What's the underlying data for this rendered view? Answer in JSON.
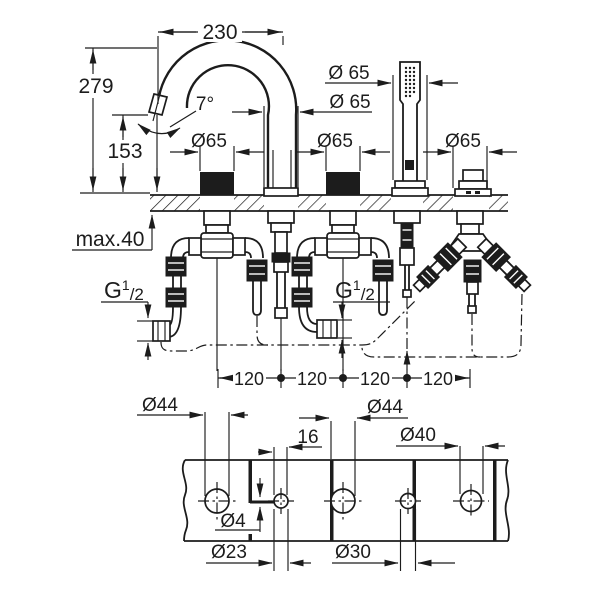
{
  "colors": {
    "ink": "#1c1c1c",
    "background": "#ffffff"
  },
  "top_view": {
    "spout_reach": "230",
    "spout_total_height": "279",
    "spout_outlet_height": "153",
    "spout_angle": "7°",
    "handle1_escutcheon_dia": "Ø65",
    "handshower_escutcheon_dia": "Ø 65",
    "spout_escutcheon_dia": "Ø 65",
    "handle2_escutcheon_dia": "Ø65",
    "diverter_escutcheon_dia": "Ø65",
    "deck_thickness_max": "max.40",
    "thread_left": {
      "g": "G",
      "num": "1",
      "den": "/2"
    },
    "thread_mid": {
      "g": "G",
      "num": "1",
      "den": "/2"
    },
    "hole_spacing": [
      "120",
      "120",
      "120",
      "120"
    ]
  },
  "bottom_view": {
    "hole1_dia": "Ø44",
    "hole3_dia": "Ø44",
    "slot_offset": "16",
    "hole5_dia": "Ø40",
    "pin_dia": "Ø4",
    "hole2_dia": "Ø23",
    "hole4_dia": "Ø30"
  }
}
